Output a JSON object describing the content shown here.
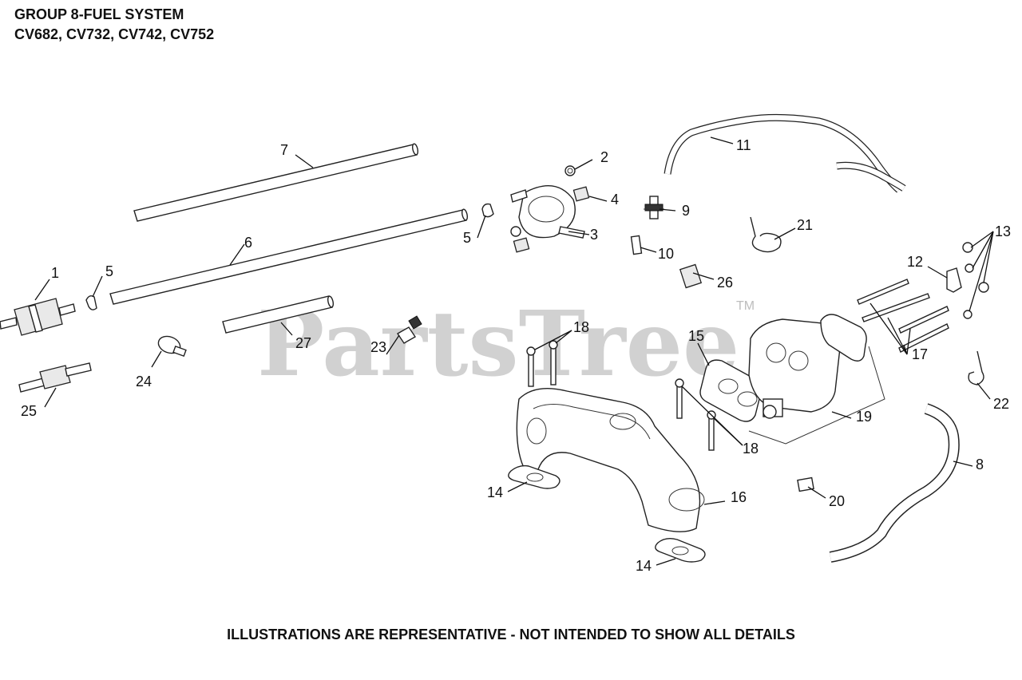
{
  "header": {
    "line1": "GROUP 8-FUEL SYSTEM",
    "line2": "CV682, CV732, CV742, CV752"
  },
  "watermark": {
    "brand": "PartsTree",
    "trademark": "TM"
  },
  "footer": {
    "note": "ILLUSTRATIONS ARE REPRESENTATIVE - NOT INTENDED TO SHOW ALL DETAILS"
  },
  "callouts": {
    "c1": "1",
    "c2": "2",
    "c3": "3",
    "c4": "4",
    "c5a": "5",
    "c5b": "5",
    "c6": "6",
    "c7": "7",
    "c8": "8",
    "c9": "9",
    "c10": "10",
    "c11": "11",
    "c12": "12",
    "c13": "13",
    "c14a": "14",
    "c14b": "14",
    "c15": "15",
    "c16": "16",
    "c17": "17",
    "c18a": "18",
    "c18b": "18",
    "c19": "19",
    "c20": "20",
    "c21": "21",
    "c22": "22",
    "c23": "23",
    "c24": "24",
    "c25": "25",
    "c26": "26",
    "c27": "27"
  }
}
